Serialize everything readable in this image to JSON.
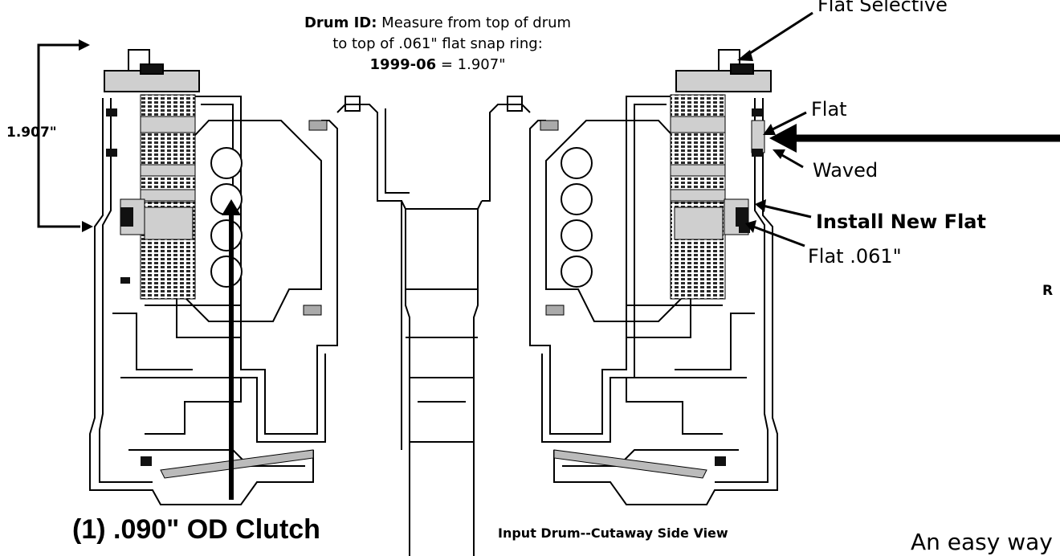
{
  "annotations": {
    "drum_id_bold": "Drum ID:",
    "drum_id_rest": " Measure from top of drum",
    "drum_id_line2": "to top of .061\" flat snap ring:",
    "drum_id_year": "1999-06",
    "drum_id_value": " = 1.907\"",
    "dimension_label": "1.907\"",
    "flat_selective": "Flat Selective",
    "flat": "Flat",
    "waved": "Waved",
    "install_new_flat": "Install New Flat",
    "flat_061": "Flat .061\"",
    "od_clutch": "(1) .090\" OD Clutch",
    "caption": "Input Drum--Cutaway Side View",
    "cut_letter_r": "R",
    "cut_footer": "An easy way"
  }
}
